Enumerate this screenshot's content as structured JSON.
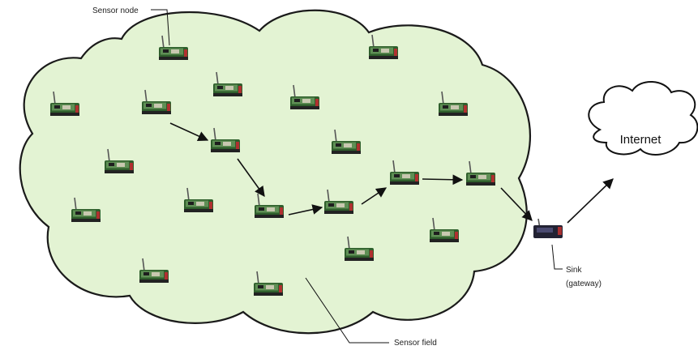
{
  "labels": {
    "sensor_node": "Sensor node",
    "sensor_field": "Sensor field",
    "sink_line1": "Sink",
    "sink_line2": "(gateway)",
    "internet": "Internet"
  },
  "colors": {
    "field_fill": "#e3f3d3",
    "field_stroke": "#1a1a1a",
    "board_green": "#3f6f3a",
    "sink_body": "#222233",
    "arrow": "#111111"
  },
  "icons": {
    "sensor": "sensor-node-icon",
    "sink": "sink-gateway-icon"
  }
}
